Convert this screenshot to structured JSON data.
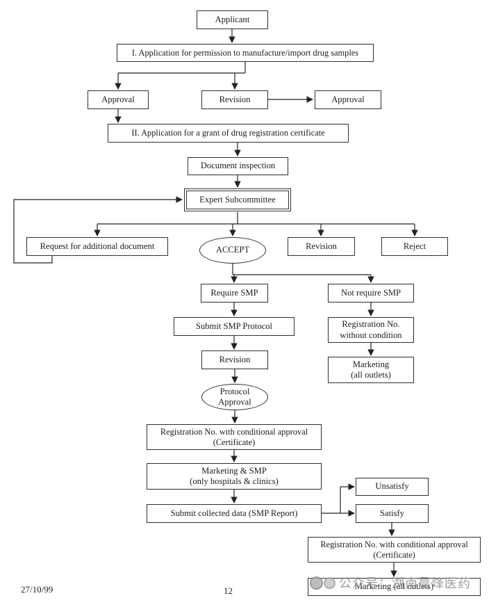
{
  "page": {
    "date": "27/10/99",
    "page_number": "12",
    "watermark_text": "公众号：湖南晨烽医药"
  },
  "nodes": {
    "applicant": {
      "label": "Applicant"
    },
    "step1": {
      "label": "I. Application for permission to manufacture/import drug samples"
    },
    "approval_left": {
      "label": "Approval"
    },
    "revision_top": {
      "label": "Revision"
    },
    "approval_right": {
      "label": "Approval"
    },
    "step2": {
      "label": "II. Application for a grant of drug registration certificate"
    },
    "document_inspection": {
      "label": "Document inspection"
    },
    "expert_subcommittee": {
      "label": "Expert Subcommittee"
    },
    "request_additional_document": {
      "label": "Request for additional document"
    },
    "accept": {
      "label": "ACCEPT"
    },
    "revision_mid": {
      "label": "Revision"
    },
    "reject": {
      "label": "Reject"
    },
    "require_smp": {
      "label": "Require SMP"
    },
    "not_require_smp": {
      "label": "Not require SMP"
    },
    "submit_smp_protocol": {
      "label": "Submit SMP Protocol"
    },
    "revision_smp": {
      "label": "Revision"
    },
    "protocol_approval": {
      "line1": "Protocol",
      "line2": "Approval"
    },
    "registration_conditional_1": {
      "line1": "Registration No. with conditional approval",
      "line2": "(Certificate)"
    },
    "registration_without_condition": {
      "line1": "Registration No.",
      "line2": "without condition"
    },
    "marketing_all_outlets_right": {
      "line1": "Marketing",
      "line2": "(all outlets)"
    },
    "marketing_smp": {
      "line1": "Marketing & SMP",
      "line2": "(only hospitals & clinics)"
    },
    "submit_collected_data": {
      "label": "Submit collected data (SMP Report)"
    },
    "unsatisfy": {
      "label": "Unsatisfy"
    },
    "satisfy": {
      "label": "Satisfy"
    },
    "registration_conditional_2": {
      "line1": "Registration No. with conditional approval",
      "line2": "(Certificate)"
    },
    "marketing_all_outlets_bottom": {
      "label": "Marketing (all outlets)"
    }
  }
}
